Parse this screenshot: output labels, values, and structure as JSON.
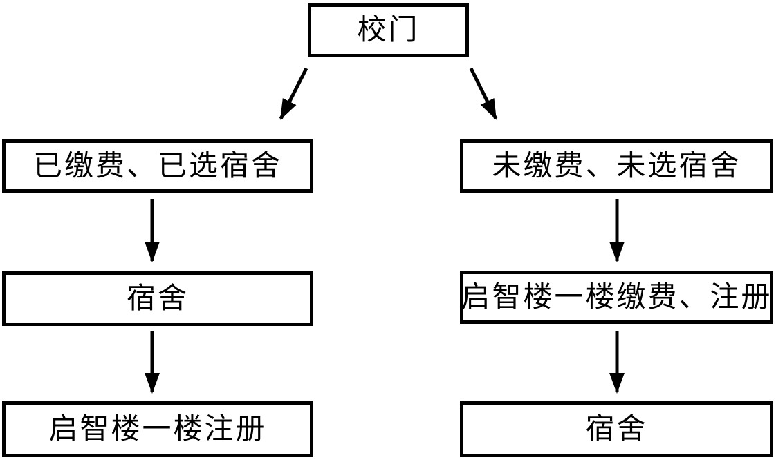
{
  "diagram": {
    "type": "flowchart",
    "nodes": {
      "gate": {
        "label": "校门"
      },
      "paid": {
        "label": "已缴费、已选宿舍"
      },
      "unpaid": {
        "label": "未缴费、未选宿舍"
      },
      "dorm_left": {
        "label": "宿舍"
      },
      "pay_register": {
        "label": "启智楼一楼缴费、注册"
      },
      "register": {
        "label": "启智楼一楼注册"
      },
      "dorm_right": {
        "label": "宿舍"
      }
    },
    "edges": [
      {
        "from": "gate",
        "to": "paid"
      },
      {
        "from": "gate",
        "to": "unpaid"
      },
      {
        "from": "paid",
        "to": "dorm_left"
      },
      {
        "from": "dorm_left",
        "to": "register"
      },
      {
        "from": "unpaid",
        "to": "pay_register"
      },
      {
        "from": "pay_register",
        "to": "dorm_right"
      }
    ],
    "colors": {
      "background": "#ffffff",
      "line": "#000000",
      "text": "#000000"
    }
  }
}
